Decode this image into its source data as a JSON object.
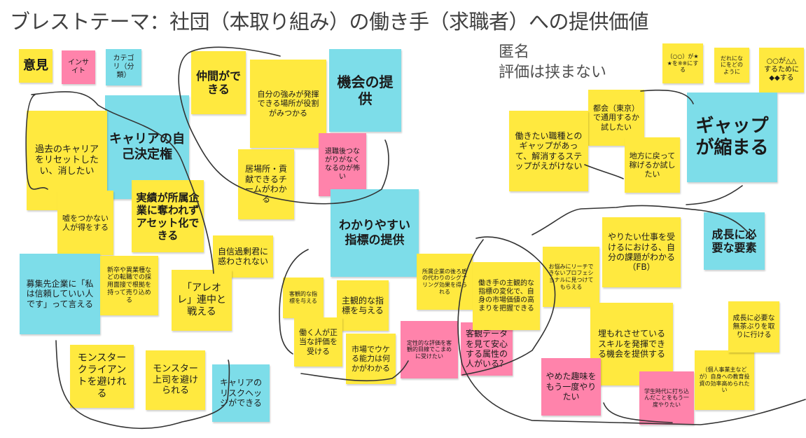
{
  "title": "ブレストテーマ：社団（本取り組み）の働き手（求職者）への提供価値",
  "memo": "匿名\n評価は挟まない",
  "colors": {
    "opinion": "#ffe93f",
    "insight": "#ff83ab",
    "category": "#7ddde9"
  },
  "legend": [
    {
      "text": "意見",
      "type": "opinion"
    },
    {
      "text": "インサイト",
      "type": "insight"
    },
    {
      "text": "カテゴリ（分類）",
      "type": "category"
    }
  ],
  "templates": [
    {
      "text": "（○○）が★★を※※にする"
    },
    {
      "text": "だれになにをどのように"
    },
    {
      "text": "○○が△△するために◆◆する"
    }
  ],
  "notes": [
    {
      "text": "仲間ができる",
      "type": "opinion"
    },
    {
      "text": "自分の強みが発揮できる場所が役割がみつかる",
      "type": "opinion"
    },
    {
      "text": "機会の提供",
      "type": "category"
    },
    {
      "text": "退職後つながりがなくなるのが怖い",
      "type": "insight"
    },
    {
      "text": "居場所・貢献できるチームがわかる",
      "type": "opinion"
    },
    {
      "text": "キャリアの自己決定権",
      "type": "category"
    },
    {
      "text": "過去のキャリアをリセットしたい、消したい",
      "type": "opinion"
    },
    {
      "text": "嘘をつかない人が得をする",
      "type": "opinion"
    },
    {
      "text": "実績が所属企業に奪われずアセット化できる",
      "type": "opinion"
    },
    {
      "text": "自信過剰君に惑わされない",
      "type": "opinion"
    },
    {
      "text": "募集先企業に「私は信頼していい人です」って言える",
      "type": "category"
    },
    {
      "text": "新卒や異業種などの転職での採用面接で根拠を持って売り込める",
      "type": "opinion"
    },
    {
      "text": "「アレオレ」連中と戦える",
      "type": "opinion"
    },
    {
      "text": "モンスタークライアントを避けれる",
      "type": "opinion"
    },
    {
      "text": "モンスター上司を避けられる",
      "type": "opinion"
    },
    {
      "text": "キャリアのリスクヘッジができる",
      "type": "category"
    },
    {
      "text": "わかりやすい指標の提供",
      "type": "category"
    },
    {
      "text": "客観的な指標を与える",
      "type": "opinion"
    },
    {
      "text": "主観的な指標を与える",
      "type": "opinion"
    },
    {
      "text": "働く人が正当な評価を受ける",
      "type": "opinion"
    },
    {
      "text": "市場でウケる能力は何かがわかる",
      "type": "opinion"
    },
    {
      "text": "定性的な評価を客観的目線でこまめに受けたい",
      "type": "insight"
    },
    {
      "text": "客観データを見て安心する属性の人がいる？",
      "type": "insight"
    },
    {
      "text": "所属企業の後ろ盾の代わりのシグナリング効果を得られる",
      "type": "opinion"
    },
    {
      "text": "働き手の主観的な指標の変化で、自身の市場価値の高まりを把握できる",
      "type": "opinion"
    },
    {
      "text": "お悩みにリーチできないプロフェショナルに見つけてもらえる",
      "type": "opinion"
    },
    {
      "text": "やりたい仕事を受けるにおける、自分の課題がわかる（FB）",
      "type": "opinion"
    },
    {
      "text": "成長に必要な要素",
      "type": "category"
    },
    {
      "text": "埋もれさせているスキルを発揮できる機会を提供する",
      "type": "opinion"
    },
    {
      "text": "やめた趣味をもう一度やりたい",
      "type": "insight"
    },
    {
      "text": "学生時代に打ち込んだことをもう一度やりたい",
      "type": "insight"
    },
    {
      "text": "（個人事業主などが）自身への教育投資の効率高められたい",
      "type": "opinion"
    },
    {
      "text": "成長に必要な無茶ぶりを取りに行ける",
      "type": "opinion"
    },
    {
      "text": "都会（東京）で通用するか試したい",
      "type": "opinion"
    },
    {
      "text": "働きたい職種とのギャップがあって、解消するステップがえがけない",
      "type": "opinion"
    },
    {
      "text": "地方に戻って稼げるか試したい",
      "type": "opinion"
    },
    {
      "text": "ギャップが縮まる",
      "type": "category"
    }
  ]
}
